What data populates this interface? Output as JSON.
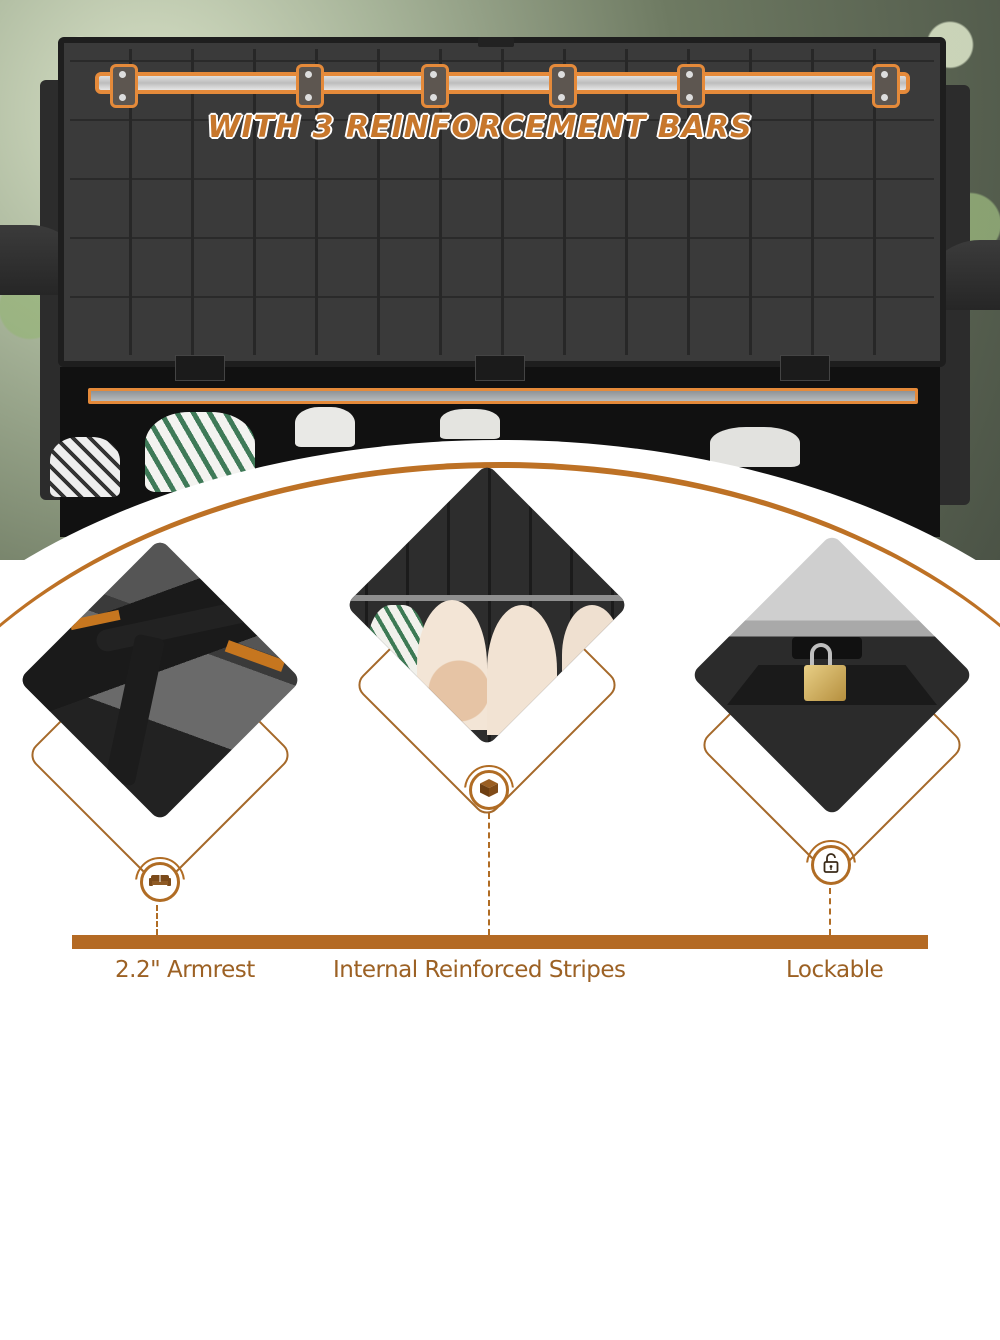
{
  "hero": {
    "headline": "WITH 3 REINFORCEMENT BARS",
    "headline_color": "#c7772c",
    "bar_outline_color": "#e58a3a",
    "bracket_count": 6
  },
  "features": [
    {
      "label": "2.2\" Armrest",
      "icon": "sofa-icon",
      "photo": "armrest-closeup"
    },
    {
      "label": "Internal Reinforced Stripes",
      "icon": "box-icon",
      "photo": "interior-with-pillows"
    },
    {
      "label": "Lockable",
      "icon": "unlocked-padlock-icon",
      "photo": "padlock-closeup"
    }
  ],
  "colors": {
    "accent": "#b46a24",
    "label_text": "#9c6124",
    "background": "#ffffff"
  }
}
